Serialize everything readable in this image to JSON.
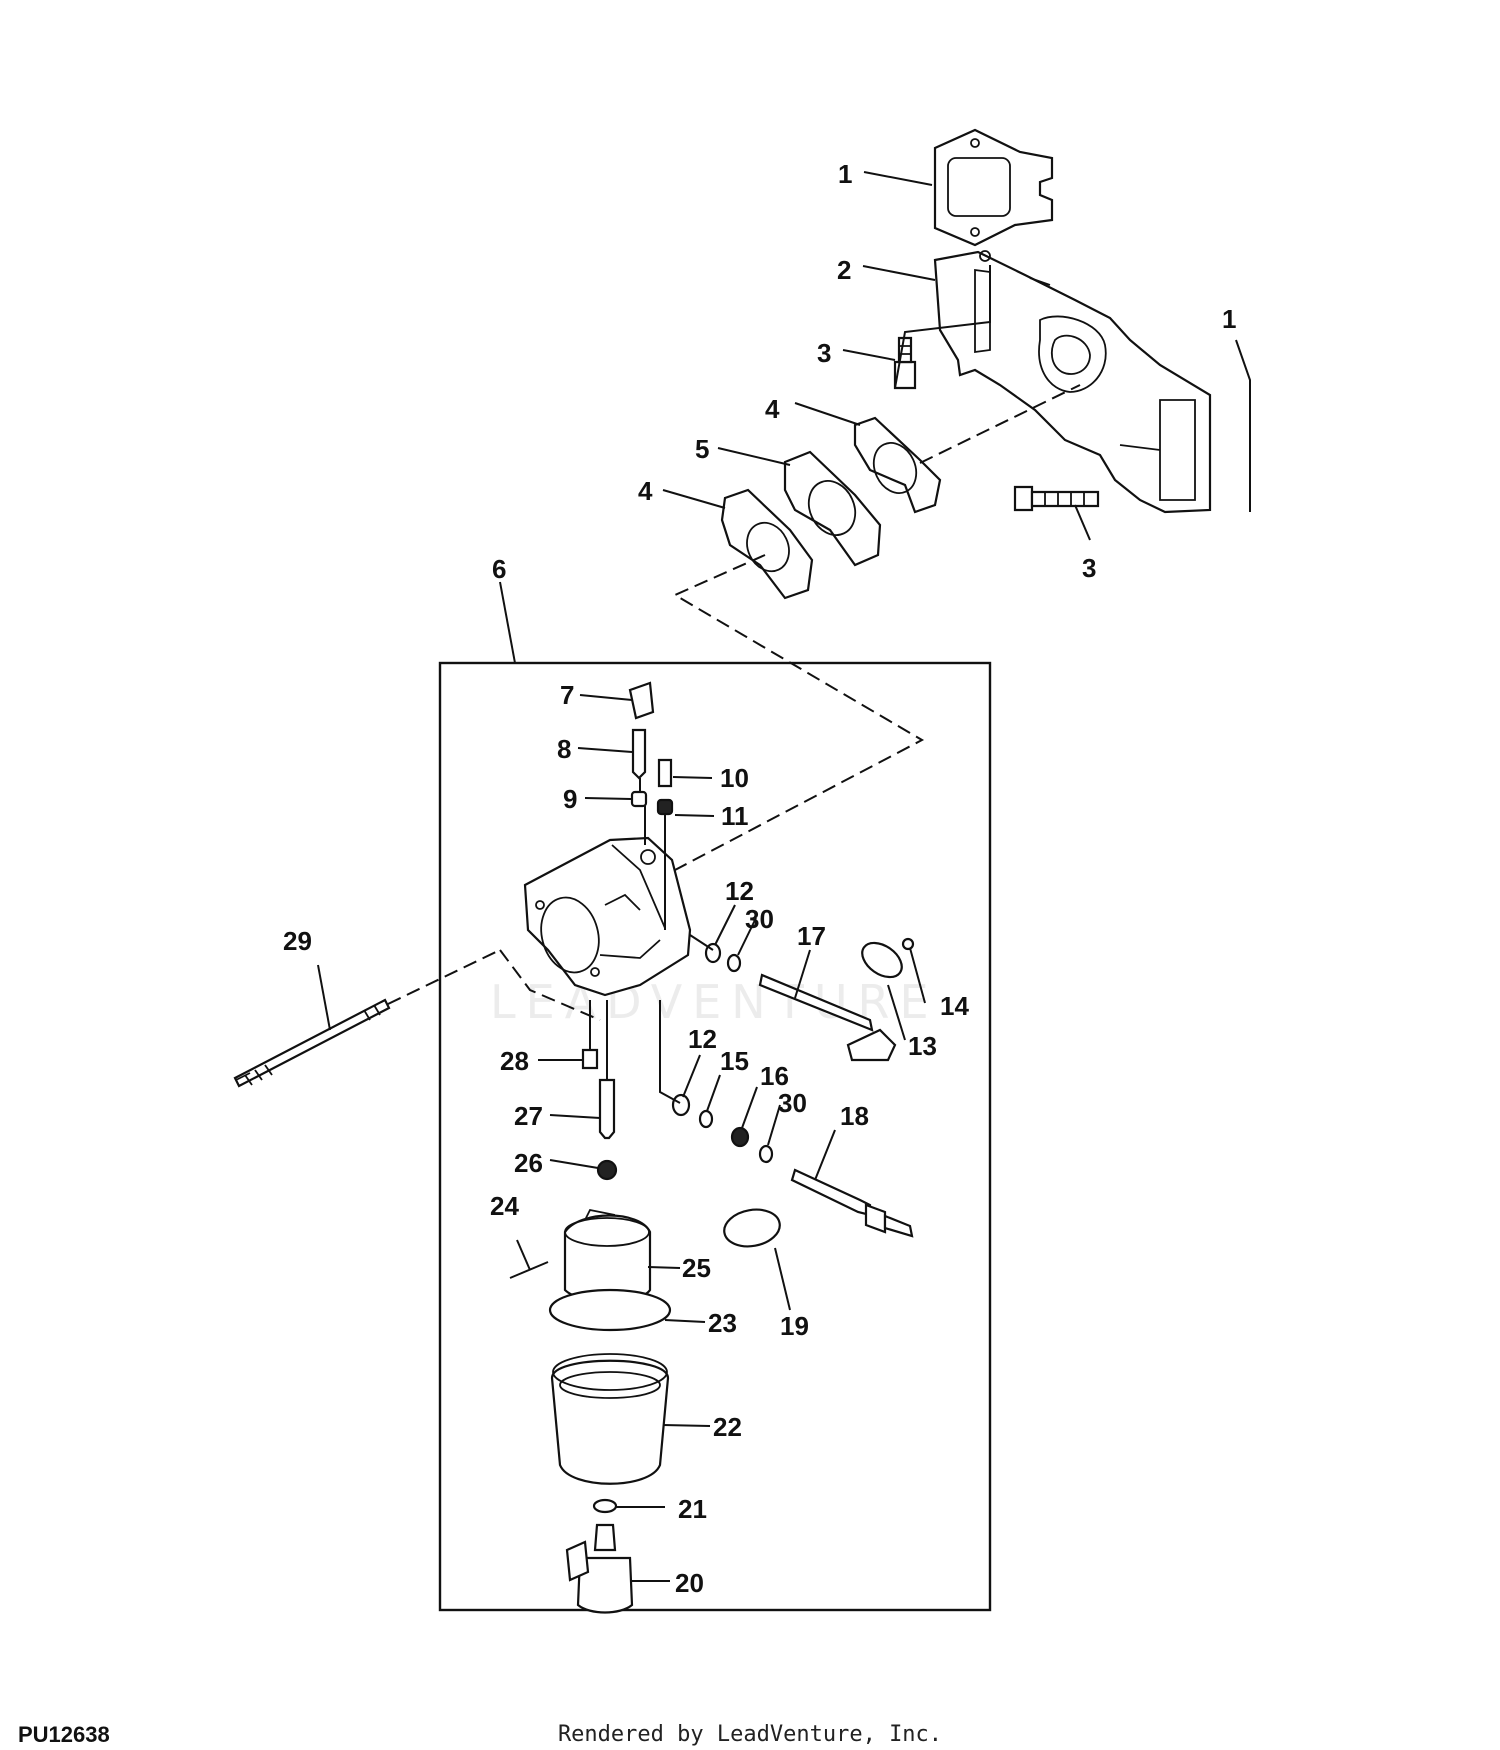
{
  "figure_id": "PU12638",
  "footer": "Rendered by LeadVenture, Inc.",
  "watermark": "LEADVENTURE",
  "callouts": {
    "c1a": "1",
    "c1b": "1",
    "c2": "2",
    "c3a": "3",
    "c3b": "3",
    "c4a": "4",
    "c4b": "4",
    "c5": "5",
    "c6": "6",
    "c7": "7",
    "c8": "8",
    "c9": "9",
    "c10": "10",
    "c11": "11",
    "c12a": "12",
    "c12b": "12",
    "c13": "13",
    "c14": "14",
    "c15": "15",
    "c16": "16",
    "c17": "17",
    "c18": "18",
    "c19": "19",
    "c20": "20",
    "c21": "21",
    "c22": "22",
    "c23": "23",
    "c24": "24",
    "c25": "25",
    "c26": "26",
    "c27": "27",
    "c28": "28",
    "c29": "29",
    "c30a": "30",
    "c30b": "30"
  },
  "colors": {
    "line": "#111111",
    "background": "#ffffff",
    "watermark": "#ececec"
  }
}
